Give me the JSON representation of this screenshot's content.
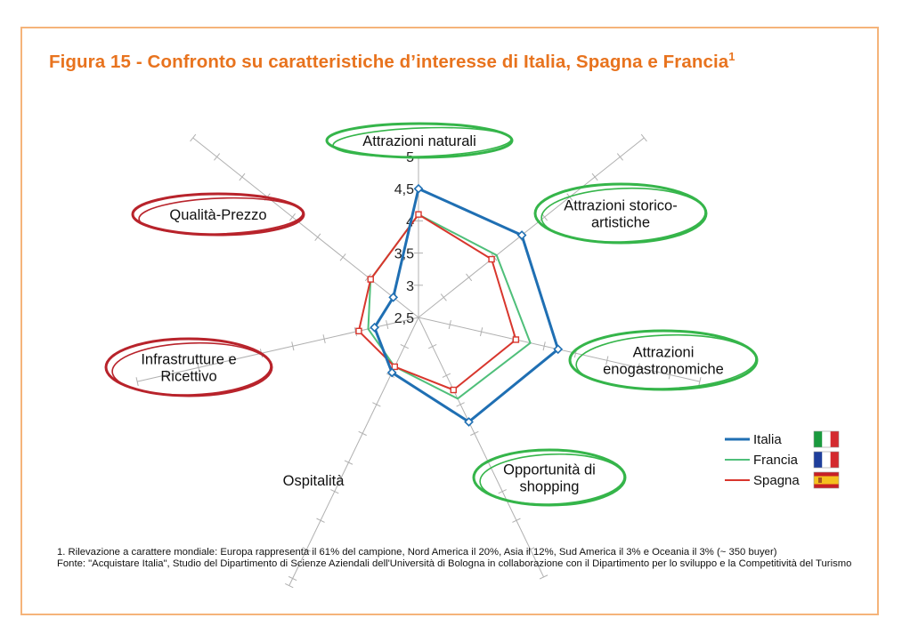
{
  "title": {
    "text": "Figura 15 - Confronto su caratteristiche d’interesse di Italia, Spagna e Francia",
    "superscript": "1"
  },
  "colors": {
    "title": "#e8731e",
    "frame": "#f5b47a",
    "italia": "#1f6fb3",
    "francia": "#4fbf7a",
    "spagna": "#d8362d",
    "highlight_positive": "#35b54a",
    "highlight_negative": "#b8232b",
    "axis": "#b0b0b0"
  },
  "chart_data": {
    "type": "radar",
    "axes": [
      {
        "label": [
          "Attrazioni naturali"
        ],
        "highlight": "positive"
      },
      {
        "label": [
          "Attrazioni storico-",
          "artistiche"
        ],
        "highlight": "positive"
      },
      {
        "label": [
          "Attrazioni",
          "enogastronomiche"
        ],
        "highlight": "positive"
      },
      {
        "label": [
          "Opportunità di",
          "shopping"
        ],
        "highlight": "positive"
      },
      {
        "label": [
          "Ospitalità"
        ],
        "highlight": "none"
      },
      {
        "label": [
          "Infrastrutture e",
          "Ricettivo"
        ],
        "highlight": "negative"
      },
      {
        "label": [
          "Qualità-Prezzo"
        ],
        "highlight": "negative"
      }
    ],
    "rlim": [
      2.5,
      5
    ],
    "ticks": [
      "2,5",
      "3",
      "3,5",
      "4",
      "4,5",
      "5"
    ],
    "tick_values": [
      2.5,
      3,
      3.5,
      4,
      4.5,
      5
    ],
    "series": [
      {
        "name": "Italia",
        "flag": "it",
        "marker": "diamond",
        "values": [
          4.5,
          4.55,
          4.72,
          4.3,
          3.45,
          3.2,
          3.0
        ]
      },
      {
        "name": "Francia",
        "flag": "fr",
        "marker": "none",
        "values": [
          4.1,
          4.05,
          4.28,
          3.9,
          3.35,
          3.3,
          3.45
        ]
      },
      {
        "name": "Spagna",
        "flag": "es",
        "marker": "square",
        "values": [
          4.1,
          3.95,
          4.05,
          3.75,
          3.35,
          3.45,
          3.45
        ]
      }
    ],
    "legend_position": "bottom-right"
  },
  "notes": [
    "1. Rilevazione a carattere mondiale: Europa rappresenta il 61% del campione, Nord America il 20%, Asia il 12%, Sud America il 3% e Oceania il 3% (~ 350 buyer)",
    "Fonte: \"Acquistare Italia\", Studio del Dipartimento di Scienze Aziendali dell'Università di Bologna in collaborazione con il Dipartimento per lo sviluppo e la Competitività del Turismo"
  ]
}
